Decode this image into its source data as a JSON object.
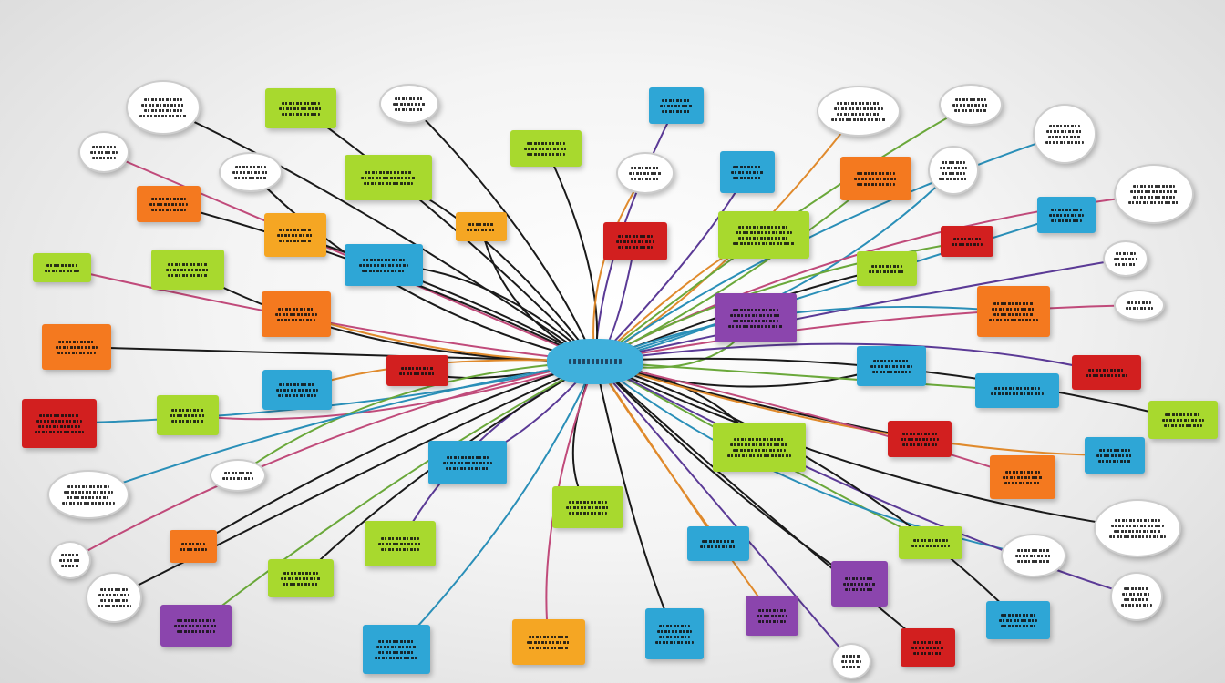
{
  "palette": {
    "lime": "#a8d92e",
    "orange": "#f4791f",
    "blue": "#2ea6d6",
    "red": "#d21f1f",
    "purple": "#8b45ad",
    "yellow": "#f5a623",
    "white": "#ffffff",
    "center": "#3fb0dc"
  },
  "link_colors": [
    "#1a1a1a",
    "#1a1a1a",
    "#1a1a1a",
    "#5b3a96",
    "#e08a2c",
    "#6aa83a",
    "#2a8fb8",
    "#c04a7a"
  ],
  "center_node": {
    "color": "center",
    "shape": "center"
  },
  "nodes": [
    {
      "color": "white",
      "shape": "bubble"
    },
    {
      "color": "lime",
      "shape": "note"
    },
    {
      "color": "white",
      "shape": "bubble"
    },
    {
      "color": "blue",
      "shape": "note"
    },
    {
      "color": "white",
      "shape": "bubble"
    },
    {
      "color": "white",
      "shape": "bubble"
    },
    {
      "color": "white",
      "shape": "bubble"
    },
    {
      "color": "white",
      "shape": "bubble"
    },
    {
      "color": "lime",
      "shape": "note"
    },
    {
      "color": "white",
      "shape": "bubble"
    },
    {
      "color": "lime",
      "shape": "note"
    },
    {
      "color": "blue",
      "shape": "note"
    },
    {
      "color": "white",
      "shape": "bubble"
    },
    {
      "color": "orange",
      "shape": "note"
    },
    {
      "color": "white",
      "shape": "bubble"
    },
    {
      "color": "white",
      "shape": "bubble"
    },
    {
      "color": "orange",
      "shape": "note"
    },
    {
      "color": "yellow",
      "shape": "note"
    },
    {
      "color": "yellow",
      "shape": "note"
    },
    {
      "color": "red",
      "shape": "note"
    },
    {
      "color": "lime",
      "shape": "note"
    },
    {
      "color": "red",
      "shape": "note"
    },
    {
      "color": "blue",
      "shape": "note"
    },
    {
      "color": "lime",
      "shape": "note"
    },
    {
      "color": "lime",
      "shape": "note"
    },
    {
      "color": "blue",
      "shape": "note"
    },
    {
      "color": "lime",
      "shape": "note"
    },
    {
      "color": "white",
      "shape": "bubble"
    },
    {
      "color": "orange",
      "shape": "note"
    },
    {
      "color": "purple",
      "shape": "note"
    },
    {
      "color": "orange",
      "shape": "note"
    },
    {
      "color": "white",
      "shape": "bubble"
    },
    {
      "color": "orange",
      "shape": "note"
    },
    {
      "color": "red",
      "shape": "note"
    },
    {
      "color": "blue",
      "shape": "note"
    },
    {
      "color": "red",
      "shape": "note"
    },
    {
      "color": "blue",
      "shape": "note"
    },
    {
      "color": "blue",
      "shape": "note"
    },
    {
      "color": "red",
      "shape": "note"
    },
    {
      "color": "lime",
      "shape": "note"
    },
    {
      "color": "lime",
      "shape": "note"
    },
    {
      "color": "lime",
      "shape": "note"
    },
    {
      "color": "red",
      "shape": "note"
    },
    {
      "color": "blue",
      "shape": "note"
    },
    {
      "color": "blue",
      "shape": "note"
    },
    {
      "color": "white",
      "shape": "bubble"
    },
    {
      "color": "white",
      "shape": "bubble"
    },
    {
      "color": "orange",
      "shape": "note"
    },
    {
      "color": "lime",
      "shape": "note"
    },
    {
      "color": "white",
      "shape": "bubble"
    },
    {
      "color": "orange",
      "shape": "note"
    },
    {
      "color": "lime",
      "shape": "note"
    },
    {
      "color": "blue",
      "shape": "note"
    },
    {
      "color": "lime",
      "shape": "note"
    },
    {
      "color": "white",
      "shape": "bubble"
    },
    {
      "color": "white",
      "shape": "bubble"
    },
    {
      "color": "white",
      "shape": "bubble"
    },
    {
      "color": "lime",
      "shape": "note"
    },
    {
      "color": "purple",
      "shape": "note"
    },
    {
      "color": "white",
      "shape": "bubble"
    },
    {
      "color": "purple",
      "shape": "note"
    },
    {
      "color": "purple",
      "shape": "note"
    },
    {
      "color": "blue",
      "shape": "note"
    },
    {
      "color": "yellow",
      "shape": "note"
    },
    {
      "color": "blue",
      "shape": "note"
    },
    {
      "color": "blue",
      "shape": "note"
    },
    {
      "color": "red",
      "shape": "note"
    },
    {
      "color": "white",
      "shape": "bubble"
    }
  ]
}
